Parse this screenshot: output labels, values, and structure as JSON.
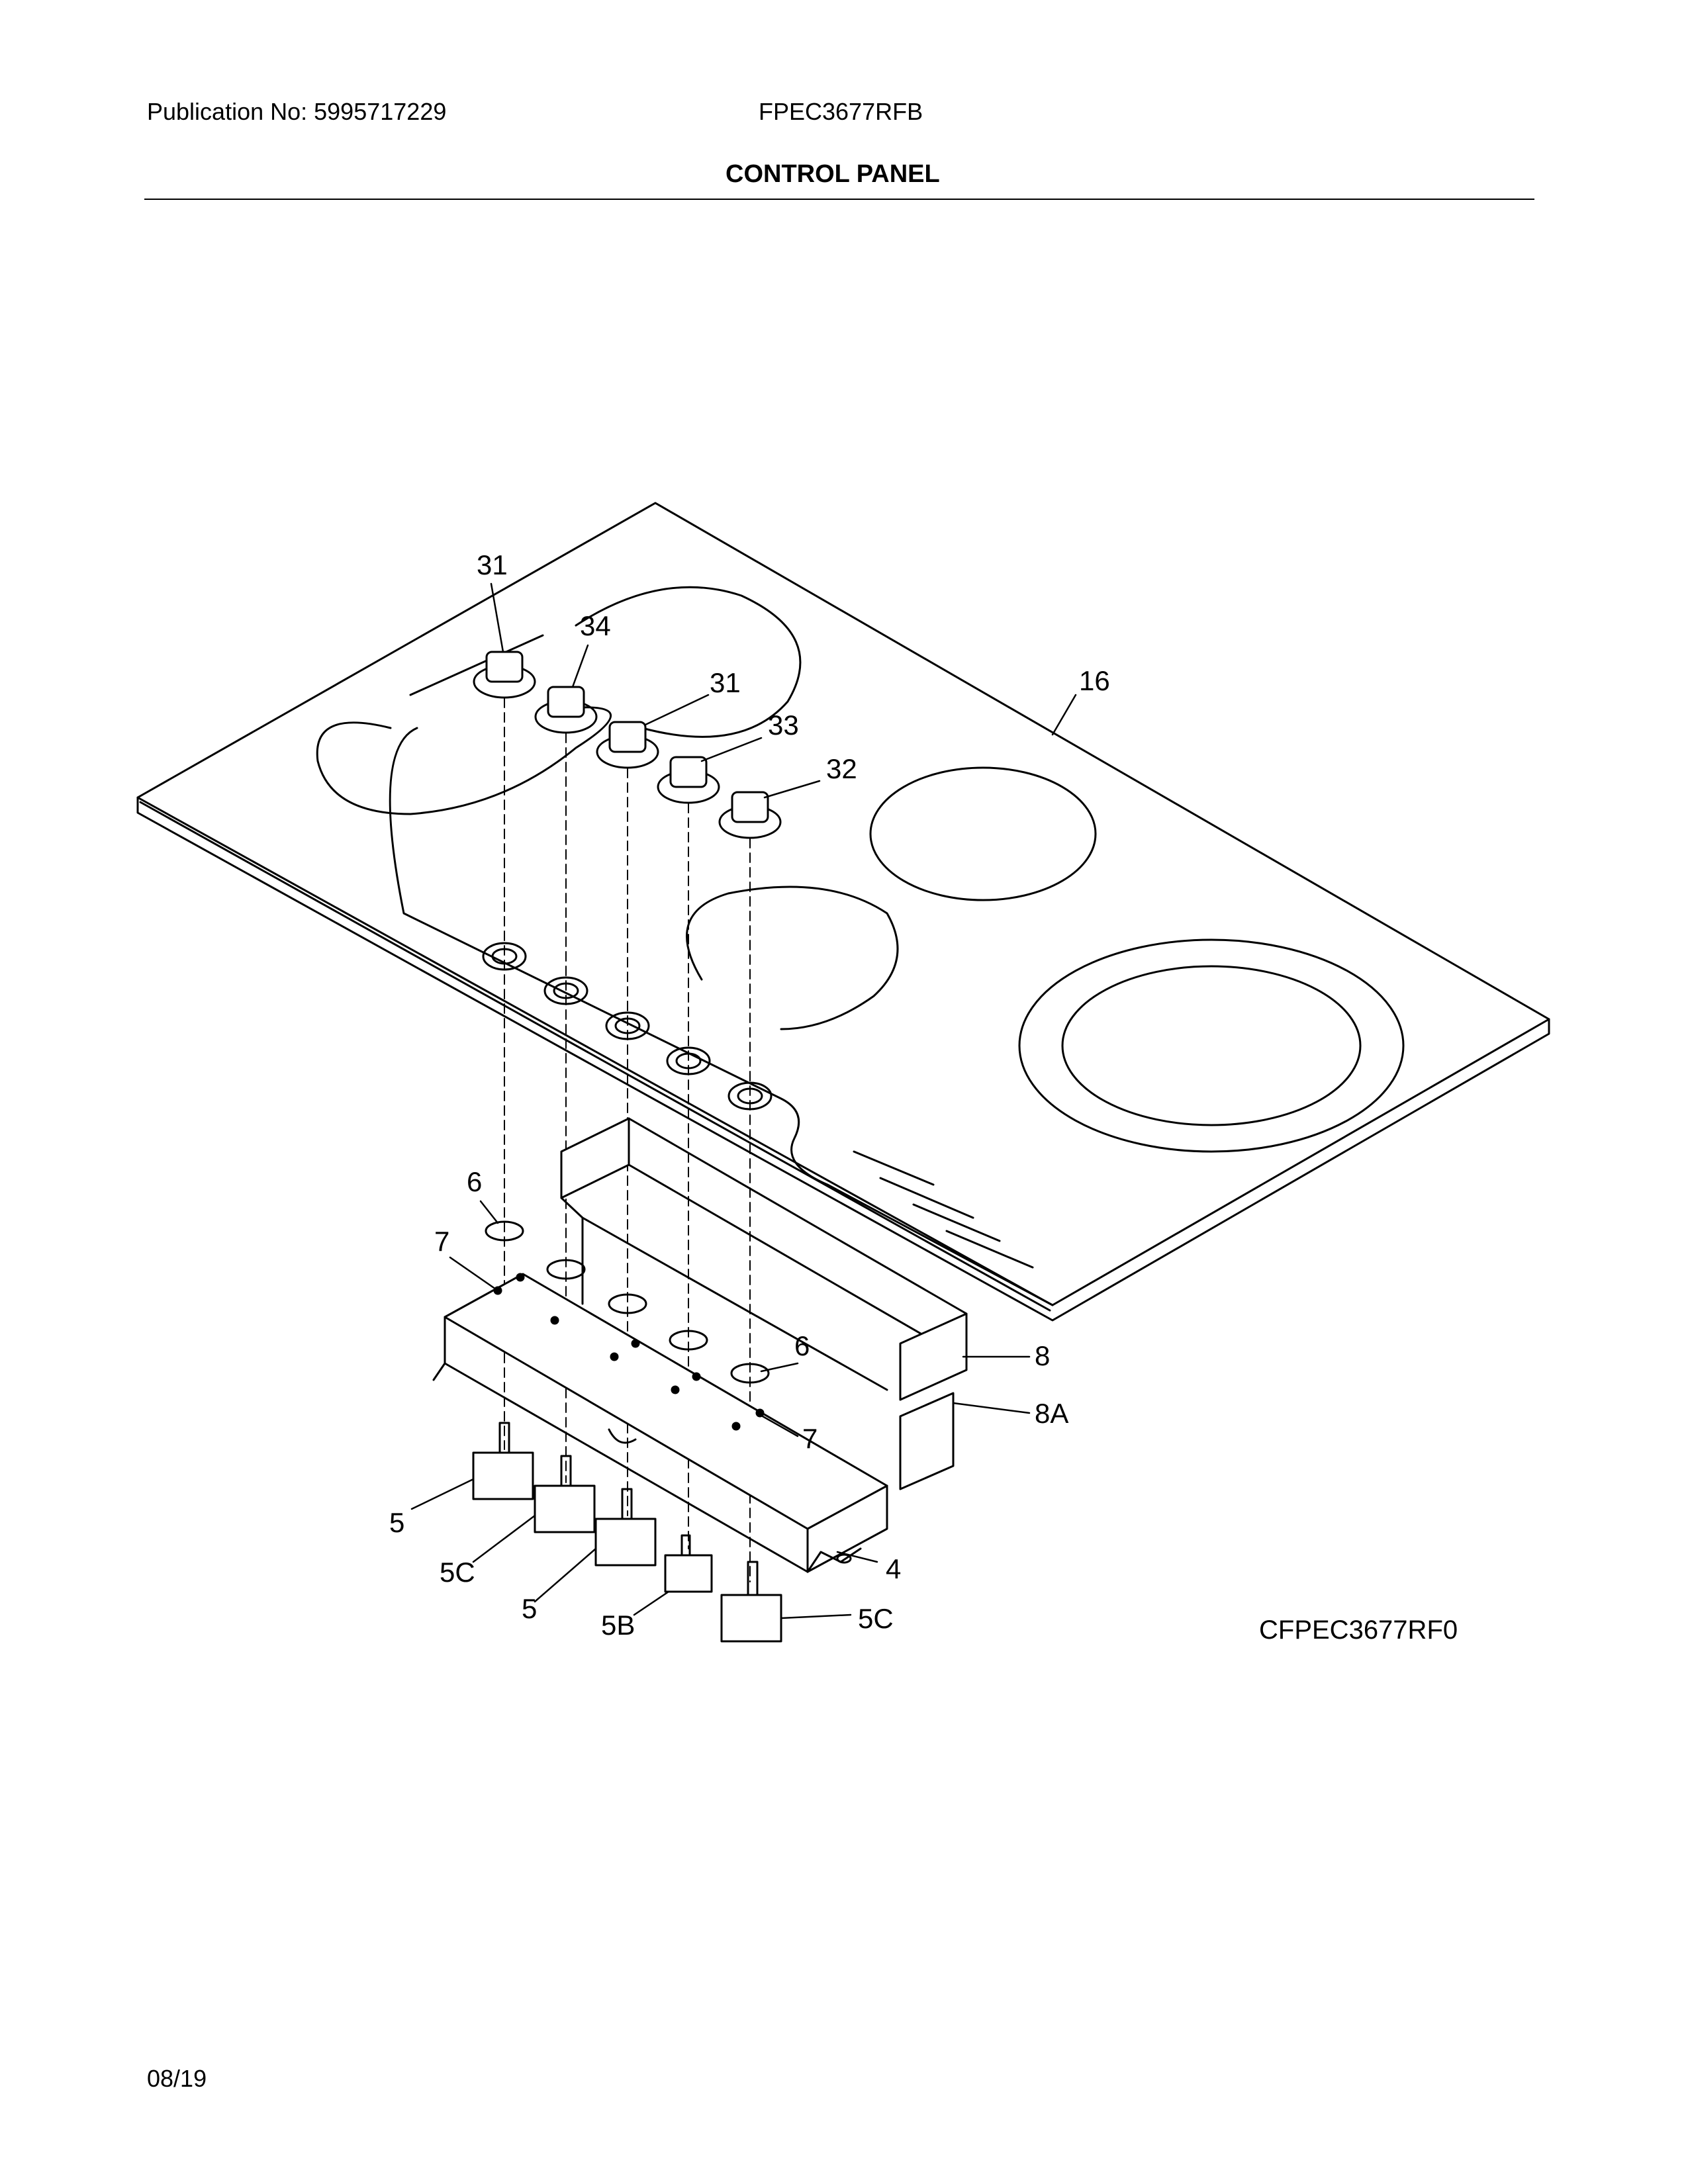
{
  "header": {
    "publication": "Publication No: 5995717229",
    "model": "FPEC3677RFB",
    "section_title": "CONTROL PANEL"
  },
  "diagram": {
    "drawing_id": "CFPEC3677RF0",
    "callouts": {
      "c31a": "31",
      "c34": "34",
      "c31b": "31",
      "c33": "33",
      "c32": "32",
      "c16": "16",
      "c6a": "6",
      "c7a": "7",
      "c6b": "6",
      "c8": "8",
      "c8a": "8A",
      "c7b": "7",
      "c5a": "5",
      "c5ca": "5C",
      "c5b": "5",
      "c5bb": "5B",
      "c5cb": "5C",
      "c4": "4"
    }
  },
  "footer": {
    "date": "08/19"
  }
}
